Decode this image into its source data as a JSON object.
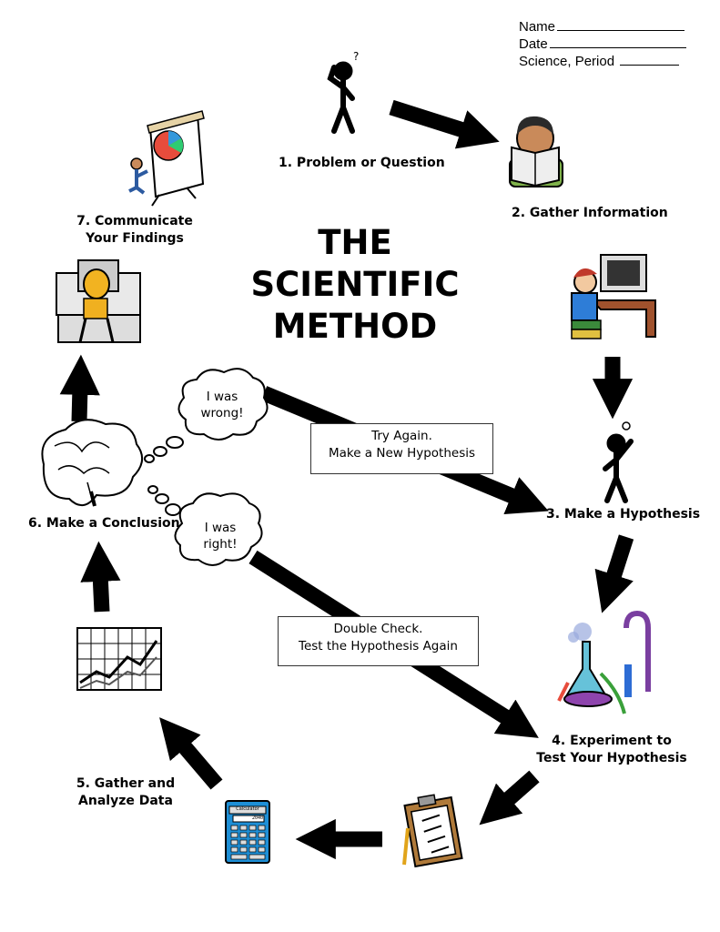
{
  "header": {
    "name_label": "Name",
    "date_label": "Date",
    "period_label": "Science, Period"
  },
  "title": {
    "line1": "THE",
    "line2": "SCIENTIFIC",
    "line3": "METHOD"
  },
  "steps": {
    "step1": "1. Problem or Question",
    "step2": "2. Gather Information",
    "step3": "3. Make a Hypothesis",
    "step4_line1": "4. Experiment to",
    "step4_line2": "Test Your Hypothesis",
    "step5_line1": "5. Gather and",
    "step5_line2": "Analyze Data",
    "step6": "6. Make a Conclusion",
    "step7_line1": "7. Communicate",
    "step7_line2": "Your Findings"
  },
  "thoughts": {
    "wrong_line1": "I was",
    "wrong_line2": "wrong!",
    "right_line1": "I was",
    "right_line2": "right!"
  },
  "boxes": {
    "try_again_line1": "Try Again.",
    "try_again_line2": "Make a New Hypothesis",
    "double_check_line1": "Double Check.",
    "double_check_line2": "Test the Hypothesis Again"
  },
  "calculator": {
    "label": "Calculator",
    "display": "2040"
  },
  "icons": [
    "confused-stick-figure-icon",
    "reading-boy-icon",
    "computer-user-icon",
    "idea-stick-figure-icon",
    "lab-equipment-icon",
    "clipboard-icon",
    "calculator-icon",
    "line-graph-icon",
    "brain-icon",
    "office-worker-icon",
    "presentation-easel-icon"
  ]
}
